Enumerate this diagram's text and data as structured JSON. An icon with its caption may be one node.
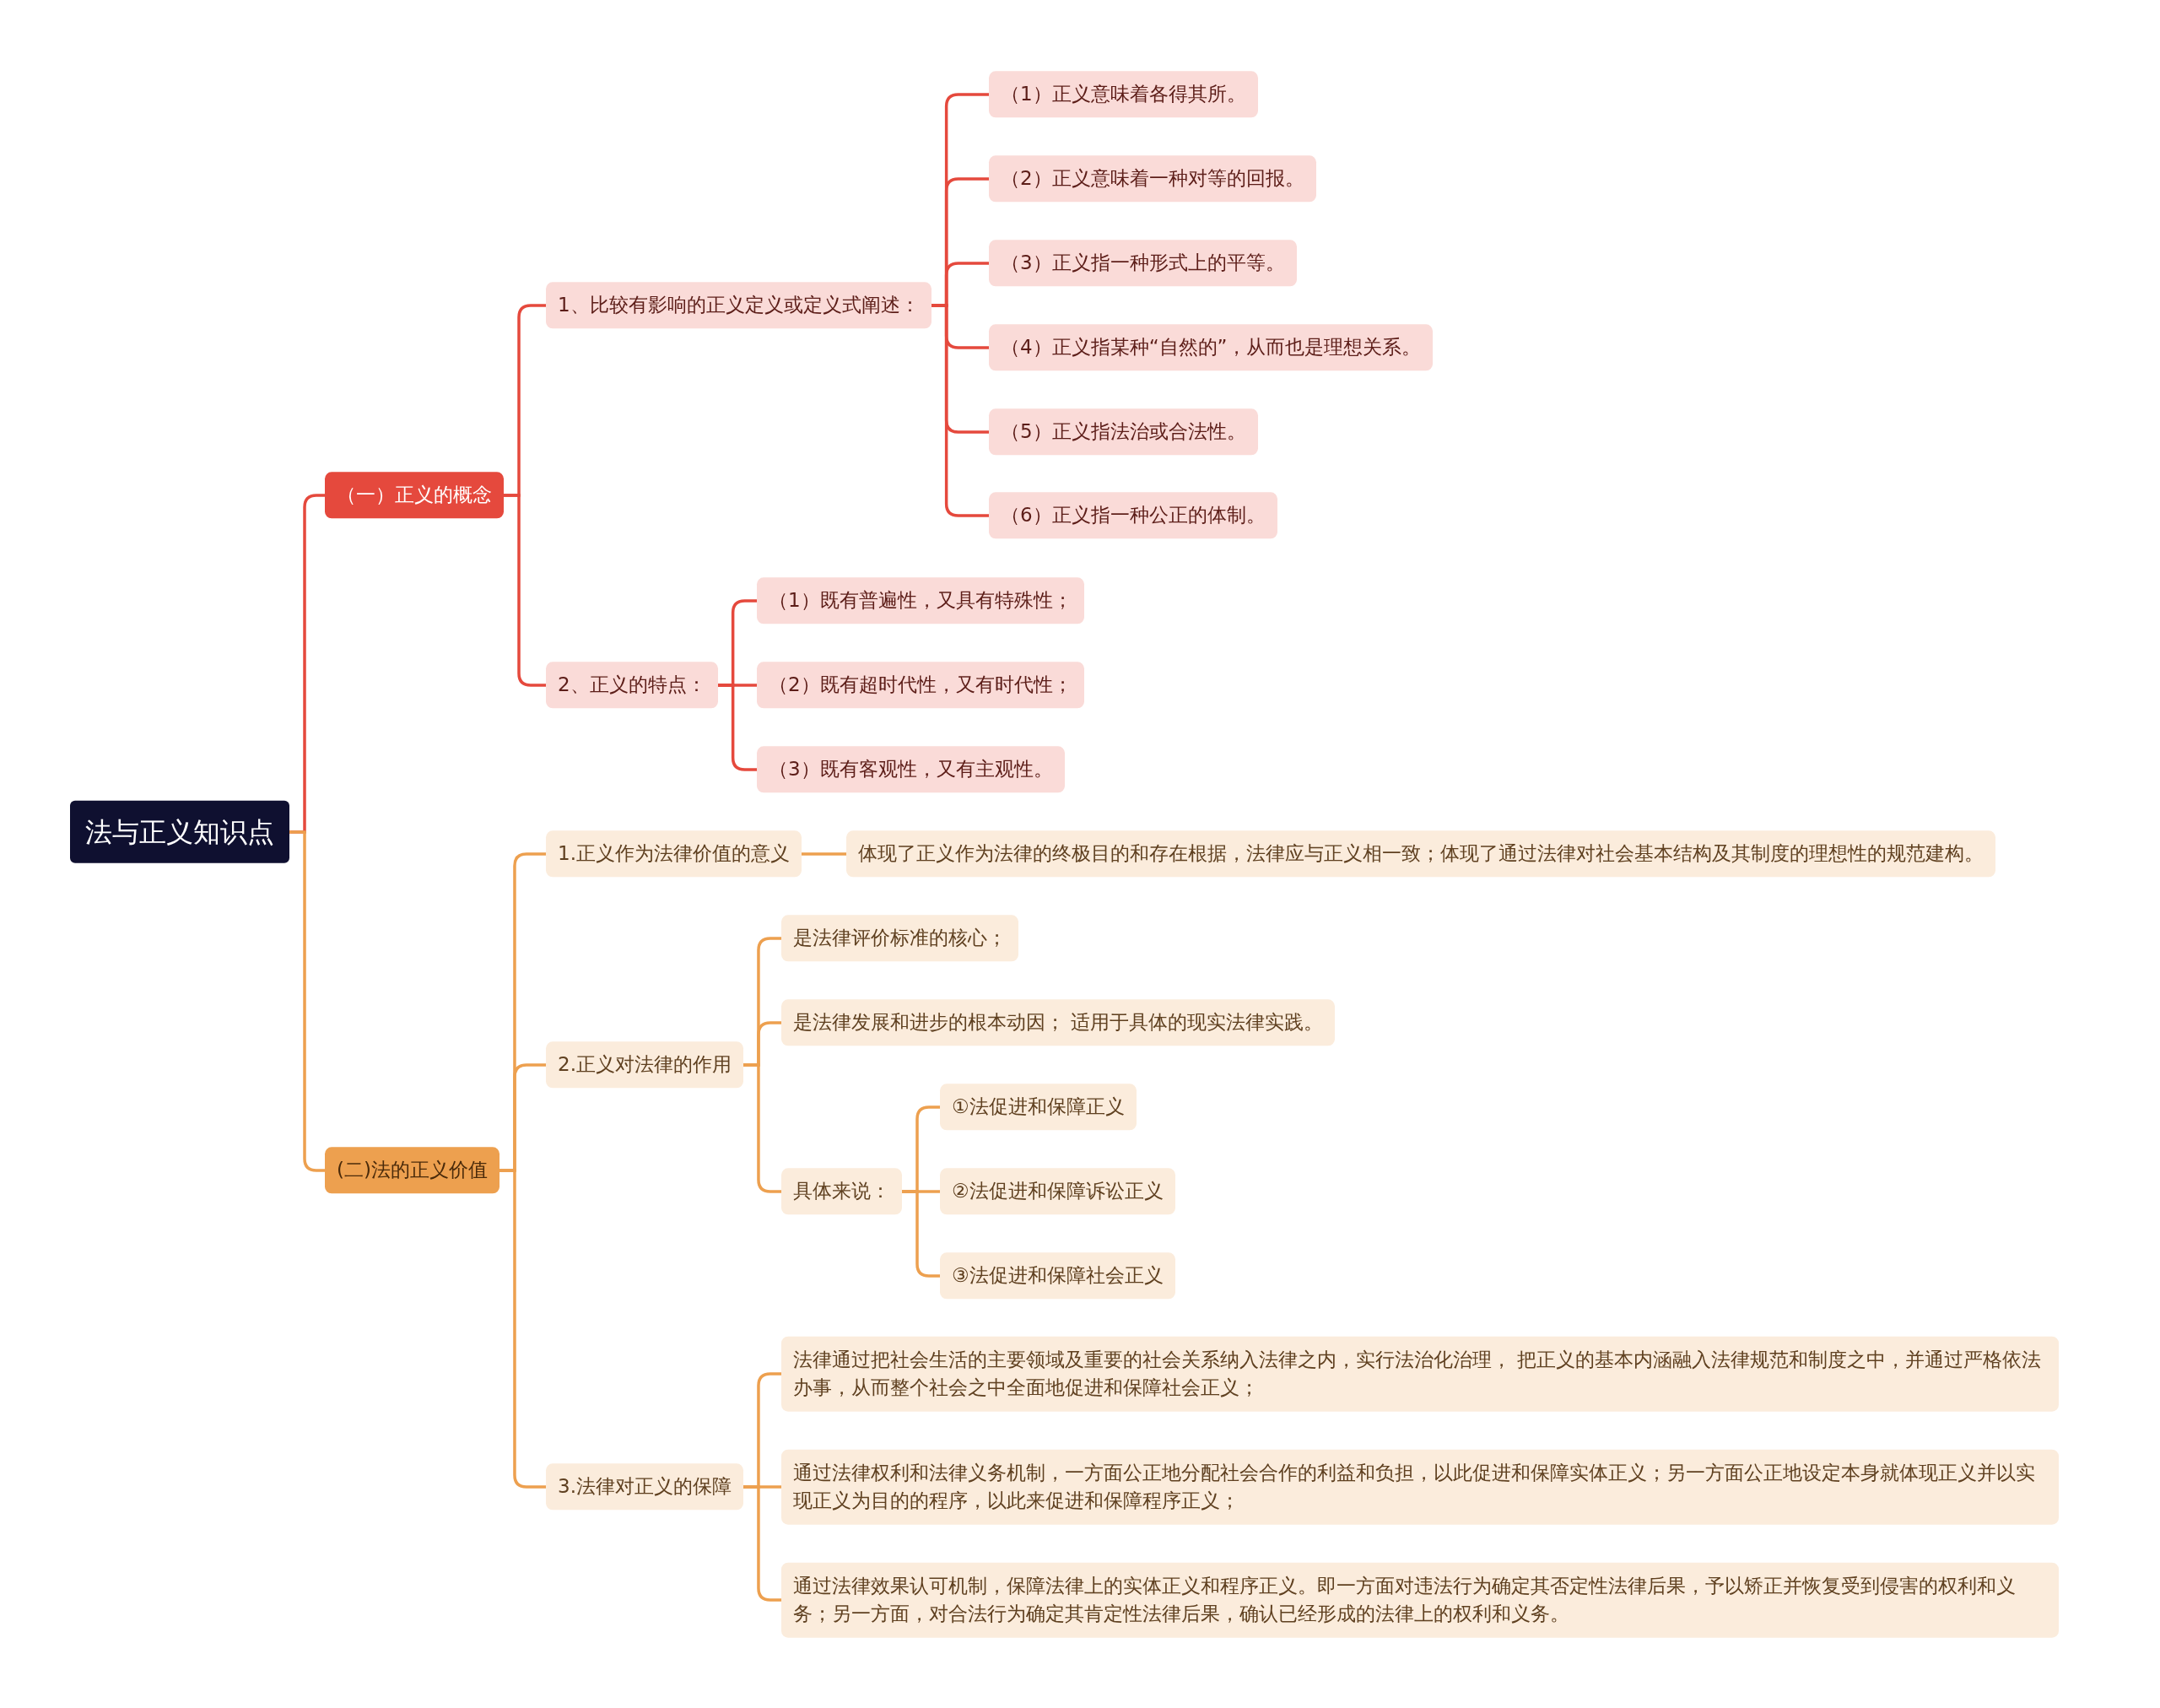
{
  "diagram": {
    "nodes": [
      {
        "text": [
          "法与正义知识点"
        ]
      },
      {
        "text": [
          "（一）正义的概念"
        ]
      },
      {
        "text": [
          "1、比较有影响的正义定义或定义式阐述："
        ]
      },
      {
        "text": [
          "（1）正义意味着各得其所。"
        ]
      },
      {
        "text": [
          "（2）正义意味着一种对等的回报。"
        ]
      },
      {
        "text": [
          "（3）正义指一种形式上的平等。"
        ]
      },
      {
        "text": [
          "（4）正义指某种“自然的”，从而也是理想关系。"
        ]
      },
      {
        "text": [
          "（5）正义指法治或合法性。"
        ]
      },
      {
        "text": [
          "（6）正义指一种公正的体制。"
        ]
      },
      {
        "text": [
          "2、正义的特点："
        ]
      },
      {
        "text": [
          "（1）既有普遍性，又具有特殊性；"
        ]
      },
      {
        "text": [
          "（2）既有超时代性，又有时代性；"
        ]
      },
      {
        "text": [
          "（3）既有客观性，又有主观性。"
        ]
      },
      {
        "text": [
          "(二)法的正义价值"
        ]
      },
      {
        "text": [
          "1.正义作为法律价值的意义"
        ]
      },
      {
        "text": [
          "体现了正义作为法律的终极目的和存在根据，法律应与正义相一致；体现了通过法律对社会基本结构及其制度的理想性的规范建构。"
        ]
      },
      {
        "text": [
          "2.正义对法律的作用"
        ]
      },
      {
        "text": [
          "是法律评价标准的核心；"
        ]
      },
      {
        "text": [
          "是法律发展和进步的根本动因； 适用于具体的现实法律实践。"
        ]
      },
      {
        "text": [
          "具体来说："
        ]
      },
      {
        "text": [
          "①法促进和保障正义"
        ]
      },
      {
        "text": [
          "②法促进和保障诉讼正义"
        ]
      },
      {
        "text": [
          "③法促进和保障社会正义"
        ]
      },
      {
        "text": [
          "3.法律对正义的保障"
        ]
      },
      {
        "text": [
          "法律通过把社会生活的主要领域及重要的社会关系纳入法律之内，实行法治化治理， 把正义的基本内涵融入法律规范和制度之中，并通过严格依法办事，从而整个社会之中全面地促进和保障社会正义；"
        ]
      },
      {
        "text": [
          "通过法律权利和法律义务机制，一方面公正地分配社会合作的利益和负担，以此促进和保障实体正义；另一方面公正地设定本身就体现正义并以实现正义为目的的程序，以此来促进和保障程序正义；"
        ]
      },
      {
        "text": [
          "通过法律效果认可机制，保障法律上的实体正义和程序正义。即一方面对违法行为确定其否定性法律后果，予以矫正并恢复受到侵害的权利和义务；另一方面，对合法行为确定其肯定性法律后果，确认已经形成的法律上的权利和义务。"
        ]
      }
    ],
    "edges": [
      {
        "from": 0,
        "to": 1,
        "arrow": "none",
        "color": "#e5493d"
      },
      {
        "from": 1,
        "to": 2,
        "arrow": "none",
        "color": "#e5493d"
      },
      {
        "from": 2,
        "to": 3,
        "arrow": "none",
        "color": "#e5493d"
      },
      {
        "from": 2,
        "to": 4,
        "arrow": "none",
        "color": "#e5493d"
      },
      {
        "from": 2,
        "to": 5,
        "arrow": "none",
        "color": "#e5493d"
      },
      {
        "from": 2,
        "to": 6,
        "arrow": "none",
        "color": "#e5493d"
      },
      {
        "from": 2,
        "to": 7,
        "arrow": "none",
        "color": "#e5493d"
      },
      {
        "from": 2,
        "to": 8,
        "arrow": "none",
        "color": "#e5493d"
      },
      {
        "from": 1,
        "to": 9,
        "arrow": "none",
        "color": "#e5493d"
      },
      {
        "from": 9,
        "to": 10,
        "arrow": "none",
        "color": "#e5493d"
      },
      {
        "from": 9,
        "to": 11,
        "arrow": "none",
        "color": "#e5493d"
      },
      {
        "from": 9,
        "to": 12,
        "arrow": "none",
        "color": "#e5493d"
      },
      {
        "from": 0,
        "to": 13,
        "arrow": "none"
      },
      {
        "from": 13,
        "to": 14,
        "arrow": "none"
      },
      {
        "from": 14,
        "to": 15,
        "arrow": "none"
      },
      {
        "from": 13,
        "to": 16,
        "arrow": "none"
      },
      {
        "from": 16,
        "to": 17,
        "arrow": "none"
      },
      {
        "from": 16,
        "to": 18,
        "arrow": "none"
      },
      {
        "from": 16,
        "to": 19,
        "arrow": "none"
      },
      {
        "from": 19,
        "to": 20,
        "arrow": "none"
      },
      {
        "from": 19,
        "to": 21,
        "arrow": "none"
      },
      {
        "from": 19,
        "to": 22,
        "arrow": "none"
      },
      {
        "from": 13,
        "to": 23,
        "arrow": "none"
      },
      {
        "from": 23,
        "to": 24,
        "arrow": "none"
      },
      {
        "from": 23,
        "to": 25,
        "arrow": "none"
      },
      {
        "from": 23,
        "to": 26,
        "arrow": "none"
      }
    ]
  }
}
